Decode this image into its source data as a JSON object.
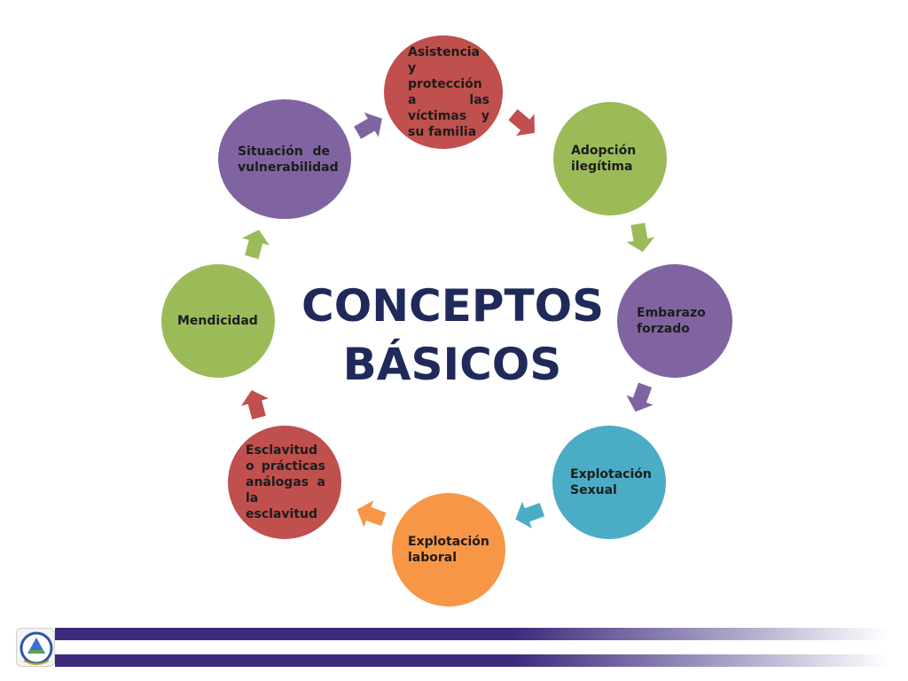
{
  "title": {
    "line1": "CONCEPTOS",
    "line2": "BÁSICOS"
  },
  "nodes": [
    {
      "id": "asistencia",
      "label": "Asistencia y protección a las víctimas y su familia",
      "color": "#c0504d"
    },
    {
      "id": "adopcion",
      "label": "Adopción ilegítima",
      "color": "#9bbb59"
    },
    {
      "id": "embarazo",
      "label": "Embarazo forzado",
      "color": "#8064a2"
    },
    {
      "id": "explotacion-sexual",
      "label": "Explotación Sexual",
      "color": "#4bacc6"
    },
    {
      "id": "explotacion-laboral",
      "label": "Explotación laboral",
      "color": "#f79646"
    },
    {
      "id": "esclavitud",
      "label": "Esclavitud o prácticas análogas a la esclavitud",
      "color": "#c0504d"
    },
    {
      "id": "mendicidad",
      "label": "Mendicidad",
      "color": "#9bbb59"
    },
    {
      "id": "vulnerabilidad",
      "label": "Situación de vulnerabilidad",
      "color": "#8064a2"
    }
  ],
  "arrows": [
    {
      "from": "asistencia",
      "to": "adopcion",
      "color": "#c0504d"
    },
    {
      "from": "adopcion",
      "to": "embarazo",
      "color": "#9bbb59"
    },
    {
      "from": "embarazo",
      "to": "explotacion-sexual",
      "color": "#8064a2"
    },
    {
      "from": "explotacion-sexual",
      "to": "explotacion-laboral",
      "color": "#4bacc6"
    },
    {
      "from": "explotacion-laboral",
      "to": "esclavitud",
      "color": "#f79646"
    },
    {
      "from": "esclavitud",
      "to": "mendicidad",
      "color": "#c0504d"
    },
    {
      "from": "mendicidad",
      "to": "vulnerabilidad",
      "color": "#9bbb59"
    },
    {
      "from": "vulnerabilidad",
      "to": "asistencia",
      "color": "#8064a2"
    }
  ],
  "footer": {
    "logo_icon": "nicaragua-emblem-icon",
    "bar_color": "#3d2a7d"
  }
}
